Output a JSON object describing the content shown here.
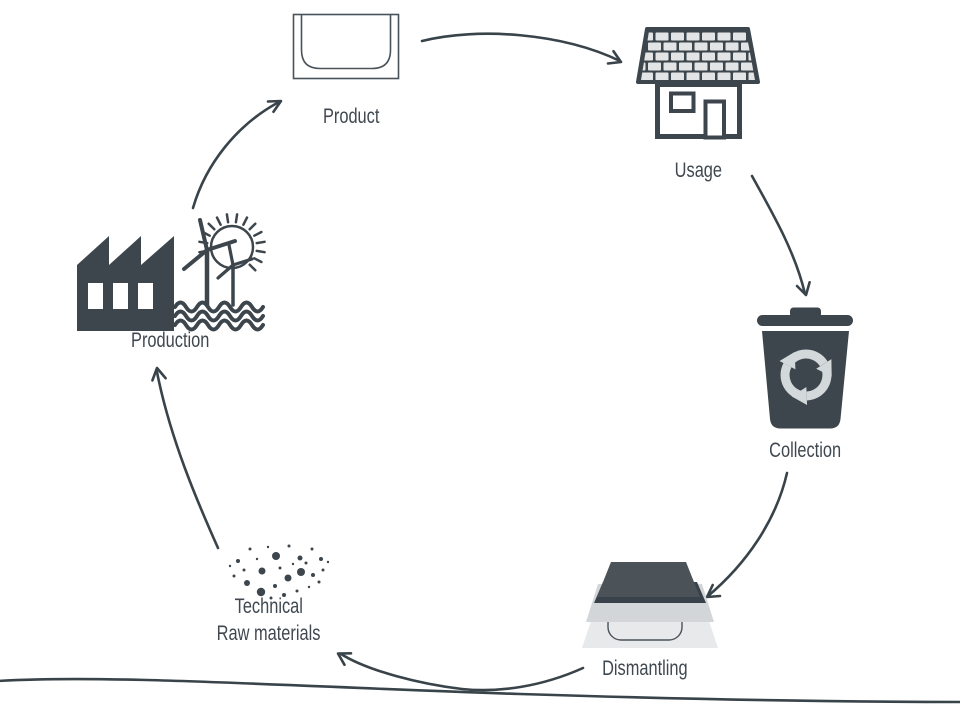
{
  "diagram": {
    "type": "circular-lifecycle",
    "background": "#ffffff",
    "colors": {
      "ink": "#3c464c",
      "arrow": "#39434a",
      "label_text": "#3f4850",
      "light_gray": "#d3d8da",
      "lighter_gray": "#e7e9ea",
      "brick_gray": "#e2e4e6",
      "dark_layer": "#4b5358",
      "darker_layer": "#39424a"
    },
    "nodes": [
      {
        "id": "product",
        "label": "Product",
        "icon": "tray-icon"
      },
      {
        "id": "usage",
        "label": "Usage",
        "icon": "solar-house-icon"
      },
      {
        "id": "collection",
        "label": "Collection",
        "icon": "recycling-bin-icon"
      },
      {
        "id": "dismantling",
        "label": "Dismantling",
        "icon": "layer-stack-icon"
      },
      {
        "id": "raw_materials",
        "label_line1": "Technical",
        "label_line2": "Raw materials",
        "icon": "particles-icon"
      },
      {
        "id": "production",
        "label": "Production",
        "icon": "factory-renewables-icon"
      }
    ],
    "arrows": [
      {
        "from": "product",
        "to": "usage"
      },
      {
        "from": "usage",
        "to": "collection"
      },
      {
        "from": "collection",
        "to": "dismantling"
      },
      {
        "from": "dismantling",
        "to": "raw_materials"
      },
      {
        "from": "raw_materials",
        "to": "production"
      },
      {
        "from": "production",
        "to": "product"
      }
    ]
  }
}
